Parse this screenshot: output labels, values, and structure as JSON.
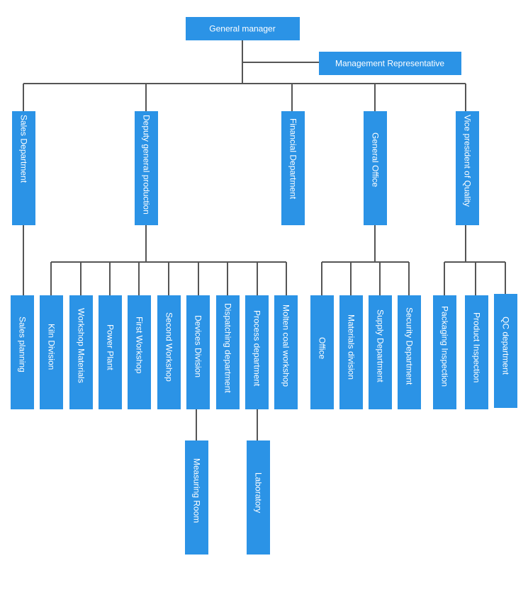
{
  "org": {
    "general_manager": "General manager",
    "management_representative": "Management Representative",
    "level2": [
      "Sales Department",
      "Deputy general production",
      "Financial Department",
      "General Office",
      "Vice president of Quality"
    ],
    "level3": [
      "Sales planning",
      "Kiln Division",
      "Workshop Materials",
      "Power Plant",
      "First Workshop",
      "Second Workshop",
      "Devices Division",
      "Dispatching department",
      "Process department",
      "Molten coal workshop",
      "Office",
      "Materials division",
      "Supply Department",
      "Security Department",
      "Packaging Inspection",
      "Product Inspection",
      "QC department"
    ],
    "level4": [
      "Measuring Room",
      "Laboratory"
    ]
  }
}
